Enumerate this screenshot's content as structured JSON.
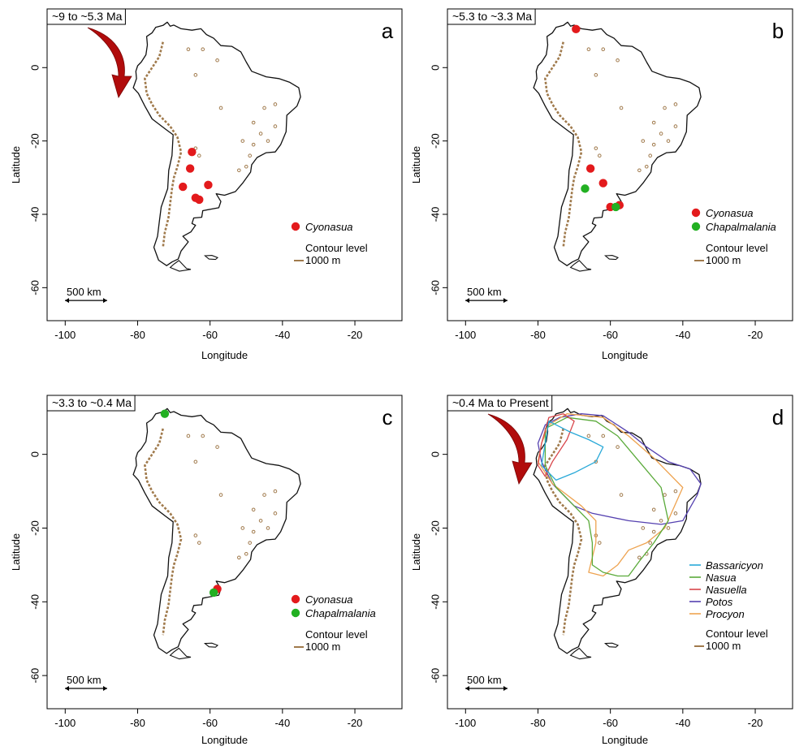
{
  "axes": {
    "xlabel": "Longitude",
    "ylabel": "Latitude",
    "xticks": [
      "-100",
      "-80",
      "-60",
      "-40",
      "-20"
    ],
    "yticks": [
      "0",
      "-20",
      "-40",
      "-60"
    ],
    "x_tick_values": [
      -100,
      -80,
      -60,
      -40,
      -20
    ],
    "y_tick_values": [
      0,
      -20,
      -40,
      -60
    ],
    "xlim": [
      -105,
      -7
    ],
    "ylim": [
      -69,
      16
    ]
  },
  "scale_bar": "500 km",
  "contour": {
    "label": "Contour level",
    "level": "1000 m",
    "color": "#a07a4c"
  },
  "colors": {
    "cyonasua": "#e31a1c",
    "chapalmalania": "#22b022",
    "arrow": "#b10c0c",
    "coast": "#111111"
  },
  "panels": [
    {
      "letter": "a",
      "period": "~9 to ~5.3 Ma",
      "arrow": true,
      "legend": [
        {
          "name": "Cyonasua",
          "marker": "dot",
          "color": "#e31a1c"
        }
      ],
      "points": [
        {
          "taxon": "Cyonasua",
          "lon": -65,
          "lat": -23
        },
        {
          "taxon": "Cyonasua",
          "lon": -65.5,
          "lat": -27.5
        },
        {
          "taxon": "Cyonasua",
          "lon": -67.5,
          "lat": -32.5
        },
        {
          "taxon": "Cyonasua",
          "lon": -60.5,
          "lat": -32
        },
        {
          "taxon": "Cyonasua",
          "lon": -64,
          "lat": -35.5
        },
        {
          "taxon": "Cyonasua",
          "lon": -63,
          "lat": -36
        }
      ],
      "ranges": []
    },
    {
      "letter": "b",
      "period": "~5.3 to ~3.3 Ma",
      "arrow": false,
      "legend": [
        {
          "name": "Cyonasua",
          "marker": "dot",
          "color": "#e31a1c"
        },
        {
          "name": "Chapalmalania",
          "marker": "dot",
          "color": "#22b022"
        }
      ],
      "points": [
        {
          "taxon": "Cyonasua",
          "lon": -69.5,
          "lat": 10.5
        },
        {
          "taxon": "Cyonasua",
          "lon": -65.5,
          "lat": -27.5
        },
        {
          "taxon": "Cyonasua",
          "lon": -62,
          "lat": -31.5
        },
        {
          "taxon": "Cyonasua",
          "lon": -60,
          "lat": -38
        },
        {
          "taxon": "Cyonasua",
          "lon": -57.5,
          "lat": -37.5
        },
        {
          "taxon": "Chapalmalania",
          "lon": -67,
          "lat": -33
        },
        {
          "taxon": "Chapalmalania",
          "lon": -58.5,
          "lat": -38
        }
      ],
      "ranges": []
    },
    {
      "letter": "c",
      "period": "~3.3 to ~0.4 Ma",
      "arrow": false,
      "legend": [
        {
          "name": "Cyonasua",
          "marker": "dot",
          "color": "#e31a1c"
        },
        {
          "name": "Chapalmalania",
          "marker": "dot",
          "color": "#22b022"
        }
      ],
      "points": [
        {
          "taxon": "Chapalmalania",
          "lon": -72.5,
          "lat": 11
        },
        {
          "taxon": "Cyonasua",
          "lon": -58,
          "lat": -36.5
        },
        {
          "taxon": "Chapalmalania",
          "lon": -59,
          "lat": -37.5
        }
      ],
      "ranges": []
    },
    {
      "letter": "d",
      "period": "~0.4 Ma to Present",
      "arrow": true,
      "legend": [
        {
          "name": "Bassaricyon",
          "marker": "line",
          "color": "#29a9d8"
        },
        {
          "name": "Nasua",
          "marker": "line",
          "color": "#5aaa3a"
        },
        {
          "name": "Nasuella",
          "marker": "line",
          "color": "#d8464b"
        },
        {
          "name": "Potos",
          "marker": "line",
          "color": "#5541b0"
        },
        {
          "name": "Procyon",
          "marker": "line",
          "color": "#eea350"
        }
      ],
      "points": [],
      "ranges": [
        {
          "taxon": "Potos",
          "color": "#5541b0",
          "coords": [
            [
              -78,
              8
            ],
            [
              -74,
              10
            ],
            [
              -68,
              11
            ],
            [
              -62,
              10.5
            ],
            [
              -55,
              6
            ],
            [
              -50,
              2
            ],
            [
              -44,
              -2
            ],
            [
              -38,
              -4
            ],
            [
              -35,
              -8
            ],
            [
              -36,
              -11
            ],
            [
              -40,
              -18
            ],
            [
              -46,
              -19
            ],
            [
              -55,
              -18
            ],
            [
              -65,
              -16
            ],
            [
              -70,
              -14
            ],
            [
              -76,
              -8
            ],
            [
              -79,
              -2
            ],
            [
              -80,
              3
            ],
            [
              -78,
              8
            ]
          ]
        },
        {
          "taxon": "Procyon",
          "color": "#eea350",
          "coords": [
            [
              -77,
              8
            ],
            [
              -72,
              11
            ],
            [
              -62,
              10
            ],
            [
              -55,
              5
            ],
            [
              -48,
              -1
            ],
            [
              -40,
              -9
            ],
            [
              -45,
              -20
            ],
            [
              -50,
              -24
            ],
            [
              -55,
              -26
            ],
            [
              -58,
              -30
            ],
            [
              -62,
              -33
            ],
            [
              -66,
              -32
            ],
            [
              -64,
              -24
            ],
            [
              -64,
              -18
            ],
            [
              -68,
              -14
            ],
            [
              -76,
              -8
            ],
            [
              -80,
              -2
            ],
            [
              -79,
              3
            ],
            [
              -77,
              8
            ]
          ]
        },
        {
          "taxon": "Nasua",
          "color": "#5aaa3a",
          "coords": [
            [
              -78,
              7
            ],
            [
              -72,
              10
            ],
            [
              -64,
              9
            ],
            [
              -58,
              5
            ],
            [
              -52,
              -2
            ],
            [
              -46,
              -9
            ],
            [
              -44,
              -18
            ],
            [
              -48,
              -24
            ],
            [
              -52,
              -29
            ],
            [
              -55,
              -33
            ],
            [
              -58,
              -33
            ],
            [
              -62,
              -32
            ],
            [
              -65,
              -30
            ],
            [
              -65,
              -24
            ],
            [
              -66,
              -18
            ],
            [
              -70,
              -14
            ],
            [
              -75,
              -9
            ],
            [
              -78,
              -3
            ],
            [
              -78,
              7
            ]
          ]
        },
        {
          "taxon": "Nasuella",
          "color": "#d8464b",
          "coords": [
            [
              -77,
              10
            ],
            [
              -73,
              11
            ],
            [
              -70,
              9
            ],
            [
              -72,
              4
            ],
            [
              -76,
              -2
            ],
            [
              -78,
              -6
            ],
            [
              -80,
              -3
            ],
            [
              -79,
              3
            ],
            [
              -77,
              10
            ]
          ]
        },
        {
          "taxon": "Bassaricyon",
          "color": "#29a9d8",
          "coords": [
            [
              -77,
              9
            ],
            [
              -71,
              6
            ],
            [
              -66,
              4
            ],
            [
              -62,
              2
            ],
            [
              -64,
              -2
            ],
            [
              -70,
              -5
            ],
            [
              -75,
              -7
            ],
            [
              -79,
              -3
            ],
            [
              -78,
              3
            ],
            [
              -77,
              9
            ]
          ]
        }
      ]
    }
  ]
}
